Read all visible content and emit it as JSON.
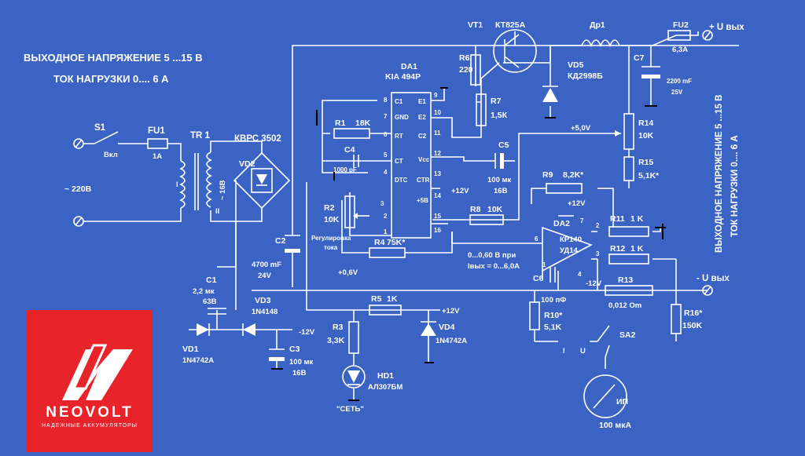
{
  "colors": {
    "background": "#3b63c4",
    "lines": "#ffffff",
    "logo_red": "#e8232a"
  },
  "header": {
    "line1": "ВЫХОДНОЕ НАПРЯЖЕНИЕ 5 ...15 В",
    "line2": "ТОК НАГРУЗКИ 0.... 6 А"
  },
  "side": {
    "line1": "ВЫХОДНОЕ НАПРЯЖЕНИЕ 5 ...15 В",
    "line2": "ТОК НАГРУЗКИ 0.... 6 А"
  },
  "labels": {
    "s1": "S1",
    "vkl": "Вкл",
    "fu1": "FU1",
    "fu1v": "1А",
    "v220": "~ 220В",
    "tr1": "TR 1",
    "tr_i": "I",
    "tr_ii": "II",
    "tr_16": "~ 16В",
    "kvrs": "КВРС 3502",
    "vd2": "VD2",
    "c2": "C2",
    "c2v1": "4700 mF",
    "c2v2": "24V",
    "c1": "C1",
    "c1v1": "2,2 мк",
    "c1v2": "63В",
    "vd3": "VD3",
    "vd3t": "1N4148",
    "vd1": "VD1",
    "vd1t": "1N4742A",
    "m12a": "-12V",
    "c3": "C3",
    "c3v1": "100 мк",
    "c3v2": "16В",
    "r1": "R1",
    "r1v": "18K",
    "c4": "C4",
    "c4v": "1000 pF",
    "r2": "R2",
    "r2v": "10K",
    "reg1": "Регулировка",
    "reg2": "тока",
    "r4": "R4",
    "r4v": "75K*",
    "v06": "+0,6V",
    "r5": "R5",
    "r5v": "1K",
    "p12a": "+12V",
    "vd4": "VD4",
    "vd4t": "1N4742A",
    "r3": "R3",
    "r3v": "3,3K",
    "hd1": "HD1",
    "hd1t": "АЛ307БМ",
    "set": "\"СЕТЬ\"",
    "da1": "DA1",
    "da1t": "KIA 494P",
    "pin_c1": "C1",
    "pin_gnd": "GND",
    "pin_rt": "RT",
    "pin_ct": "CT",
    "pin_dtc": "DTC",
    "pin_e1": "E1",
    "pin_e2": "E2",
    "pin_c2": "C2",
    "pin_vcc": "Vcc",
    "pin_ctr": "CTR.",
    "pin_5b": "+5B",
    "n8": "8",
    "n7": "7",
    "n6": "6",
    "n5": "5",
    "n4": "4",
    "n3": "3",
    "n2": "2",
    "n1": "1",
    "n9": "9",
    "n10": "10",
    "n11": "11",
    "n12": "12",
    "n13": "13",
    "n14": "14",
    "n15": "15",
    "n16": "16",
    "r6": "R6",
    "r6v": "220",
    "vt1": "VT1",
    "vt1t": "КТ825А",
    "r7": "R7",
    "r7v": "1,5К",
    "c5": "C5",
    "c5v1": "100 мк",
    "c5v2": "16В",
    "p12b": "+12V",
    "dr1": "Др1",
    "vd5": "VD5",
    "vd5t": "КД2998Б",
    "c7": "C7",
    "c7v1": "2200 mF",
    "c7v2": "25V",
    "fu2": "FU2",
    "fu2v": "6,3А",
    "uplus": "+ U вых",
    "v50": "+5,0V",
    "r14": "R14",
    "r14v": "10K",
    "r15": "R15",
    "r15v": "5,1K*",
    "r9": "R9",
    "r9v": "8,2K*",
    "p12c": "+12V",
    "da2": "DA2",
    "da2t1": "КР140",
    "da2t2": "УД14",
    "r8": "R8",
    "r8v": "10K",
    "v06b": "0...0,60 В при",
    "ivyh": "Iвых = 0...6,0А",
    "r11": "R11",
    "r11v": "1 K",
    "r12": "R12",
    "r12v": "1 K",
    "c6": "C6",
    "c6v": "100 пФ",
    "m12b": "-12V",
    "r13": "R13",
    "r13v": "0,012 Om",
    "uminus": "- U вых",
    "r10": "R10*",
    "r10v": "5,1K",
    "r16": "R16*",
    "r16v": "150K",
    "sa2": "SA2",
    "sw_i": "I",
    "sw_u": "U",
    "ip": "ИП",
    "ipv": "100 мкА",
    "dp1": "1",
    "dp2": "2",
    "dp3": "3",
    "dp4": "4",
    "dp6": "6",
    "dp7": "7"
  },
  "logo": {
    "brand": "NEOVOLT",
    "tagline": "НАДЕЖНЫЕ АККУМУЛЯТОРЫ"
  }
}
